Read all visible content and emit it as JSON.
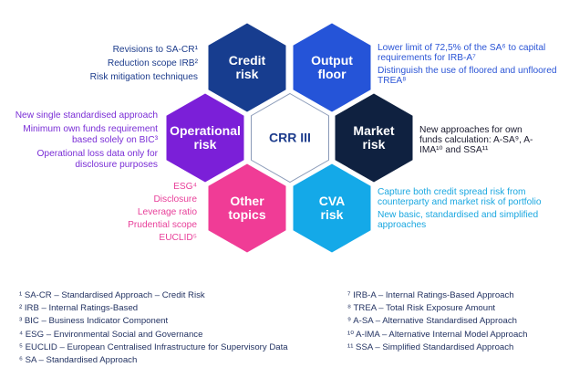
{
  "center": {
    "label": "CRR III"
  },
  "hexes": {
    "credit": {
      "line1": "Credit",
      "line2": "risk",
      "color": "#173d8f"
    },
    "output": {
      "line1": "Output",
      "line2": "floor",
      "color": "#2554d8"
    },
    "operational": {
      "line1": "Operational",
      "line2": "risk",
      "color": "#7b1fd8"
    },
    "market": {
      "line1": "Market",
      "line2": "risk",
      "color": "#0f2140"
    },
    "other": {
      "line1": "Other",
      "line2": "topics",
      "color": "#f03c96"
    },
    "cva": {
      "line1": "CVA",
      "line2": "risk",
      "color": "#14a9e8"
    }
  },
  "credit_items": [
    "Revisions to SA-CR¹",
    "Reduction scope IRB²",
    "Risk mitigation techniques"
  ],
  "output_items": [
    "Lower limit of 72,5% of the SA⁶ to capital requirements for IRB-A⁷",
    "Distinguish the use of floored and unfloored TREA⁸"
  ],
  "operational_items": [
    "New single standardised approach",
    "Minimum own funds requirement based solely on BIC³",
    "Operational loss data only for disclosure purposes"
  ],
  "market_items": [
    "New approaches for own funds calculation: A-SA⁹, A-IMA¹⁰ and SSA¹¹"
  ],
  "other_items": [
    "ESG⁴",
    "Disclosure",
    "Leverage ratio",
    "Prudential scope",
    "EUCLID⁵"
  ],
  "cva_items": [
    "Capture both credit spread risk from counterparty and market risk of portfolio",
    "New basic, standardised and simplified approaches"
  ],
  "footnotes_left": [
    "¹ SA-CR – Standardised Approach – Credit Risk",
    "² IRB – Internal Ratings-Based",
    "³ BIC – Business Indicator Component",
    "⁴ ESG – Environmental Social and Governance",
    "⁵ EUCLID – European Centralised Infrastructure for Supervisory Data",
    "⁶ SA – Standardised Approach"
  ],
  "footnotes_right": [
    "⁷ IRB-A – Internal Ratings-Based Approach",
    "⁸ TREA – Total Risk Exposure Amount",
    "⁹ A-SA – Alternative Standardised Approach",
    "¹⁰ A-IMA – Alternative Internal Model Approach",
    "¹¹ SSA – Simplified Standardised Approach"
  ]
}
